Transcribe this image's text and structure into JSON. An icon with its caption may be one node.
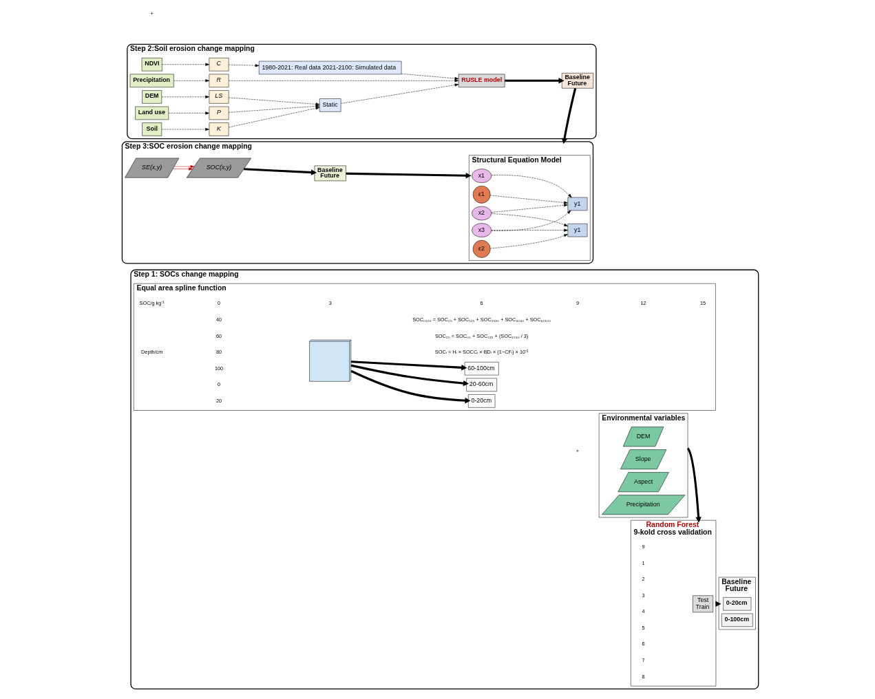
{
  "diagram": {
    "nodes": [
      {
        "text": [
          "Step 1: SOCs change mapping"
        ]
      },
      {
        "text": [
          "Equal area spline function"
        ],
        "in": 0
      },
      {
        "text": [],
        "shape": "picture",
        "in": 1
      },
      {
        "text": [
          "0-20cm"
        ],
        "in": 1
      },
      {
        "text": [
          "20-60cm"
        ],
        "in": 1
      },
      {
        "text": [
          "60-100cm"
        ],
        "in": 1
      },
      {
        "text": [
          "Environmental variables"
        ],
        "in": 0
      },
      {
        "text": [
          "DEM"
        ],
        "in": 6
      },
      {
        "text": [
          "Slope"
        ],
        "in": 6
      },
      {
        "text": [
          "Aspect"
        ],
        "in": 6
      },
      {
        "text": [
          "Precipitation"
        ],
        "in": 6
      },
      {
        "text": [
          "Random Forest",
          "9-kold cross validation"
        ],
        "in": 0
      },
      {
        "text": [
          "Test",
          "Train"
        ],
        "in": 11
      },
      {
        "text": [
          "Baseline",
          "Future"
        ],
        "in": 0
      },
      {
        "text": [
          "0-20cm"
        ],
        "in": 13
      },
      {
        "text": [
          "0-100cm"
        ],
        "in": 13
      },
      {
        "text": [
          "Step 2:Soil erosion change mapping"
        ]
      },
      {
        "text": [
          "Soil"
        ],
        "in": 16
      },
      {
        "text": [
          "DEM"
        ],
        "in": 16
      },
      {
        "text": [
          "Land use"
        ],
        "in": 16
      },
      {
        "text": [
          "NDVI"
        ],
        "in": 16
      },
      {
        "text": [
          "Precipitation"
        ],
        "in": 16
      },
      {
        "text": [
          "K"
        ],
        "in": 16
      },
      {
        "text": [
          "LS"
        ],
        "in": 16
      },
      {
        "text": [
          "P"
        ],
        "in": 16
      },
      {
        "text": [
          "C"
        ],
        "in": 16
      },
      {
        "text": [
          "R"
        ],
        "in": 16
      },
      {
        "text": [
          "Static"
        ],
        "in": 16
      },
      {
        "text": [
          "1980-2021: Real data 2021-2100: Simulated data"
        ],
        "in": 16
      },
      {
        "text": [
          "RUSLE model"
        ],
        "in": 16
      },
      {
        "text": [
          "Baseline",
          "Future"
        ],
        "in": 16
      },
      {
        "text": [
          "Step 3:SOC erosion change mapping"
        ]
      },
      {
        "text": [
          "SE(x,y)"
        ],
        "in": 31
      },
      {
        "text": [
          "SOC(x,y)"
        ],
        "in": 31
      },
      {
        "text": [
          "Baseline",
          "Future"
        ],
        "in": 31
      },
      {
        "text": [
          "Structural Equation Model"
        ],
        "in": 31
      },
      {
        "text": [
          "x1"
        ],
        "in": 35
      },
      {
        "text": [
          "x2"
        ],
        "in": 35
      },
      {
        "text": [
          "x3"
        ],
        "in": 35
      },
      {
        "text": [
          "y1"
        ],
        "in": 35
      },
      {
        "text": [
          "y1"
        ],
        "in": 35
      },
      {
        "text": [
          "ε1"
        ],
        "in": 35
      },
      {
        "text": [
          "ε2"
        ],
        "in": 35
      }
    ],
    "edges": [
      {
        "from": 2,
        "to": 3,
        "arrow": "to",
        "style": "thick"
      },
      {
        "from": 2,
        "to": 4,
        "arrow": "to",
        "style": "thick"
      },
      {
        "from": 2,
        "to": 5,
        "arrow": "to",
        "style": "thick"
      },
      {
        "from": 6,
        "to": 11,
        "arrow": "to",
        "style": "thick"
      },
      {
        "from": 11,
        "to": 13,
        "arrow": "to",
        "style": "thick"
      },
      {
        "from": 17,
        "to": 22,
        "arrow": "to",
        "style": "dashed"
      },
      {
        "from": 18,
        "to": 23,
        "arrow": "to",
        "style": "dashed"
      },
      {
        "from": 19,
        "to": 24,
        "arrow": "to",
        "style": "dashed"
      },
      {
        "from": 20,
        "to": 25,
        "arrow": "to",
        "style": "dashed"
      },
      {
        "from": 21,
        "to": 26,
        "arrow": "to",
        "style": "dashed"
      },
      {
        "from": 22,
        "to": 27,
        "arrow": "to",
        "style": "dashed"
      },
      {
        "from": 23,
        "to": 27,
        "arrow": "to",
        "style": "dashed"
      },
      {
        "from": 24,
        "to": 27,
        "arrow": "to",
        "style": "dashed"
      },
      {
        "from": 25,
        "to": 28,
        "arrow": "to",
        "style": "dashed"
      },
      {
        "from": 27,
        "to": 29,
        "arrow": "to",
        "style": "dashed"
      },
      {
        "from": 28,
        "to": 29,
        "arrow": "to",
        "style": "dashed"
      },
      {
        "from": 26,
        "to": 29,
        "arrow": "to",
        "style": "dashed"
      },
      {
        "from": 29,
        "to": 30,
        "arrow": "to",
        "style": "thick"
      },
      {
        "from": 16,
        "to": 31,
        "arrow": "to",
        "style": "thick"
      },
      {
        "from": 32,
        "to": 33,
        "arrow": "to",
        "color": "#c00000"
      },
      {
        "from": 32,
        "to": 33,
        "arrow": "to",
        "color": "#c00000"
      },
      {
        "from": 33,
        "to": 34,
        "arrow": "to",
        "style": "thick"
      },
      {
        "from": 34,
        "to": 35,
        "arrow": "to",
        "style": "thick"
      },
      {
        "from": 36,
        "to": 39,
        "arrow": "to",
        "style": "dashed"
      },
      {
        "from": 37,
        "to": 39,
        "arrow": "to",
        "style": "dashed"
      },
      {
        "from": 37,
        "to": 40,
        "arrow": "to",
        "style": "dashed"
      },
      {
        "from": 38,
        "to": 39,
        "arrow": "to",
        "style": "dashed"
      },
      {
        "from": 38,
        "to": 40,
        "arrow": "to",
        "style": "dashed"
      },
      {
        "from": 41,
        "to": 39,
        "arrow": "to",
        "style": "dashed"
      },
      {
        "from": 42,
        "to": 40,
        "arrow": "to",
        "style": "dashed"
      }
    ],
    "labels": [
      "SOC/g kg⁻¹",
      "0",
      "3",
      "6",
      "9",
      "12",
      "15",
      "0",
      "20",
      "40",
      "60",
      "80",
      "100",
      "Depth/cm",
      "SOCᵢ = Hᵢ × SOCCᵢ × BDᵢ × (1−CFᵢ) × 10⁻²",
      "SOC₂₀ = SOC₀₅ + SOC₅₁₅ + (SOC₁₅₃₀ / 3)",
      "SOC₀₁₀₀ = SOC₀₅ + SOC₅₁₅ + SOC₁₅₃₀ + SOC₃₀₆₀ + SOC₆₀₁₀₀",
      "+",
      "1",
      "2",
      "3",
      "4",
      "5",
      "6",
      "7",
      "8",
      "9",
      "+"
    ]
  }
}
